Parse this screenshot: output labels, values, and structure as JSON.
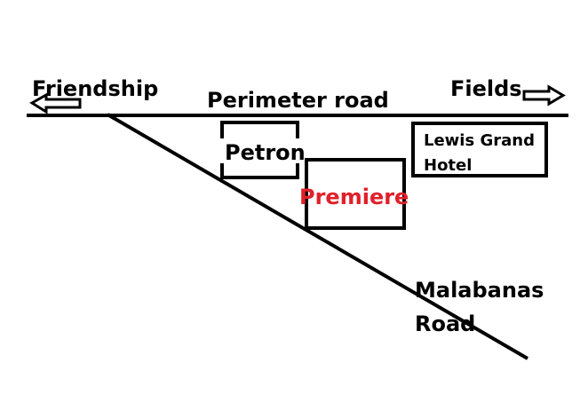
{
  "colors": {
    "background": "#ffffff",
    "ink": "#000000",
    "highlight": "#e0202a"
  },
  "labels": {
    "friendship": "Friendship",
    "perimeter_road": "Perimeter road",
    "fields": "Fields",
    "petron": "Petron",
    "premiere": "Premiere",
    "lewis_grand_line1": "Lewis Grand",
    "lewis_grand_line2": "Hotel",
    "malabanas_line1": "Malabanas",
    "malabanas_line2": "Road"
  },
  "icons": {
    "left_arrow": "left-arrow-icon",
    "right_arrow": "right-arrow-icon"
  }
}
